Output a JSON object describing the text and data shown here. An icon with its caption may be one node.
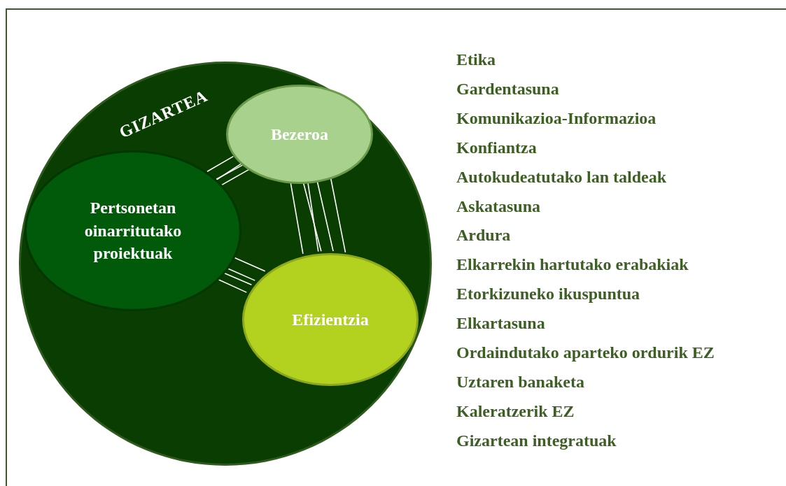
{
  "diagram": {
    "nodes": [
      {
        "text": [
          "GIZARTEA"
        ]
      },
      {
        "text": [
          "Pertsonetan oinarritutako proiektuak"
        ],
        "in": 0
      },
      {
        "text": [
          "Bezeroa"
        ],
        "in": 0
      },
      {
        "text": [
          "Efizientzia"
        ],
        "in": 0
      }
    ],
    "edges": [
      {
        "from": 1,
        "to": 2,
        "arrow": "none"
      },
      {
        "from": 1,
        "to": 2,
        "arrow": "none"
      },
      {
        "from": 1,
        "to": 2,
        "arrow": "none"
      },
      {
        "from": 1,
        "to": 2,
        "arrow": "none"
      },
      {
        "from": 2,
        "to": 3,
        "arrow": "none"
      },
      {
        "from": 2,
        "to": 3,
        "arrow": "none"
      },
      {
        "from": 2,
        "to": 3,
        "arrow": "none"
      },
      {
        "from": 2,
        "to": 3,
        "arrow": "none"
      },
      {
        "from": 2,
        "to": 3,
        "arrow": "none"
      },
      {
        "from": 1,
        "to": 3,
        "arrow": "none"
      },
      {
        "from": 1,
        "to": 3,
        "arrow": "none"
      },
      {
        "from": 1,
        "to": 3,
        "arrow": "none"
      },
      {
        "from": 1,
        "to": 3,
        "arrow": "none"
      }
    ],
    "labels": [
      "Etika",
      "Gardentasuna",
      "Komunikazioa-Informazioa",
      "Konfiantza",
      "Autokudeatutako lan taldeak",
      "Askatasuna",
      "Ardura",
      "Elkarrekin hartutako erabakiak",
      "Etorkizuneko ikuspuntua",
      "Elkartasuna",
      "Ordaindutako aparteko ordurik EZ",
      "Uztaren banaketa",
      "Kaleratzerik EZ",
      "Gizartean integratuak"
    ]
  }
}
